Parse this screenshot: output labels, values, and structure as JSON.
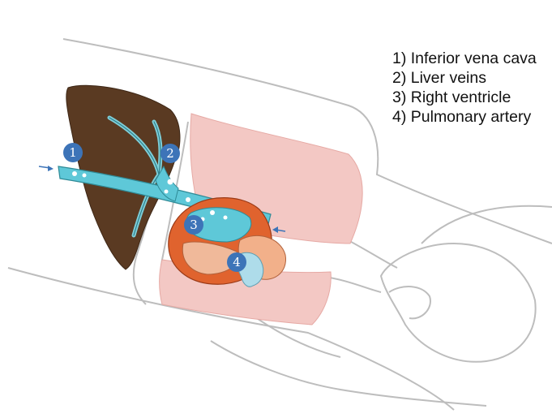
{
  "legend": [
    "1) Inferior vena cava",
    "2) Liver veins",
    "3) Right ventricle",
    "4) Pulmonary artery"
  ],
  "markers": [
    "1",
    "2",
    "3",
    "4"
  ],
  "colors": {
    "liver": "#5a3a22",
    "vessel": "#5ec8d8",
    "lung": "#f3c8c4",
    "heart_wall": "#e0632e",
    "heart_inner": "#f0b99a",
    "marker": "#3d74b8",
    "outline": "#b8b8b8"
  },
  "icons": [
    "flow-arrow-icon"
  ]
}
